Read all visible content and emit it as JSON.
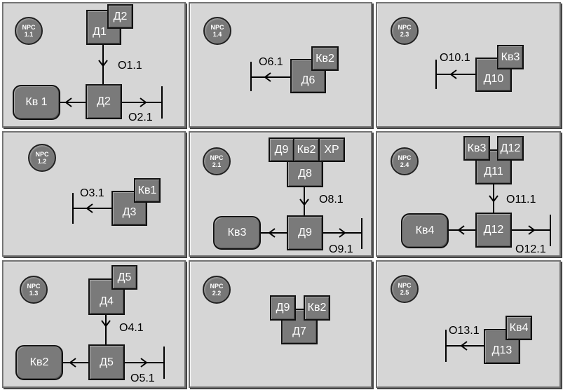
{
  "panels": [
    {
      "badge": [
        "NPC",
        "1.1"
      ],
      "boxes": {
        "d2top": "Д2",
        "d1": "Д1",
        "kv1": "Кв 1",
        "d2": "Д2"
      },
      "labels": {
        "o11": "О1.1",
        "o21": "О2.1"
      }
    },
    {
      "badge": [
        "NPC",
        "1.4"
      ],
      "boxes": {
        "kv2": "Кв2",
        "d6": "Д6"
      },
      "labels": {
        "o61": "О6.1"
      }
    },
    {
      "badge": [
        "NPC",
        "2.3"
      ],
      "boxes": {
        "kv3": "Кв3",
        "d10": "Д10"
      },
      "labels": {
        "o101": "О10.1"
      }
    },
    {
      "badge": [
        "NPC",
        "1.2"
      ],
      "boxes": {
        "kv1": "Кв1",
        "d3": "Д3"
      },
      "labels": {
        "o31": "О3.1"
      }
    },
    {
      "badge": [
        "NPC",
        "2.1"
      ],
      "boxes": {
        "d9top": "Д9",
        "kv2": "Кв2",
        "xp": "ХР",
        "d8": "Д8",
        "kv3": "Кв3",
        "d9": "Д9"
      },
      "labels": {
        "o81": "О8.1",
        "o91": "О9.1"
      }
    },
    {
      "badge": [
        "NPC",
        "2.4"
      ],
      "boxes": {
        "kv3": "Кв3",
        "d12top": "Д12",
        "d11": "Д11",
        "kv4": "Кв4",
        "d12": "Д12"
      },
      "labels": {
        "o111": "О11.1",
        "o121": "О12.1"
      }
    },
    {
      "badge": [
        "NPC",
        "1.3"
      ],
      "boxes": {
        "d5top": "Д5",
        "d4": "Д4",
        "kv2": "Кв2",
        "d5": "Д5"
      },
      "labels": {
        "o41": "О4.1",
        "o51": "О5.1"
      }
    },
    {
      "badge": [
        "NPC",
        "2.2"
      ],
      "boxes": {
        "d9": "Д9",
        "kv2": "Кв2",
        "d7": "Д7"
      },
      "labels": {}
    },
    {
      "badge": [
        "NPC",
        "2.5"
      ],
      "boxes": {
        "kv4": "Кв4",
        "d13": "Д13"
      },
      "labels": {
        "o131": "О13.1"
      }
    }
  ]
}
